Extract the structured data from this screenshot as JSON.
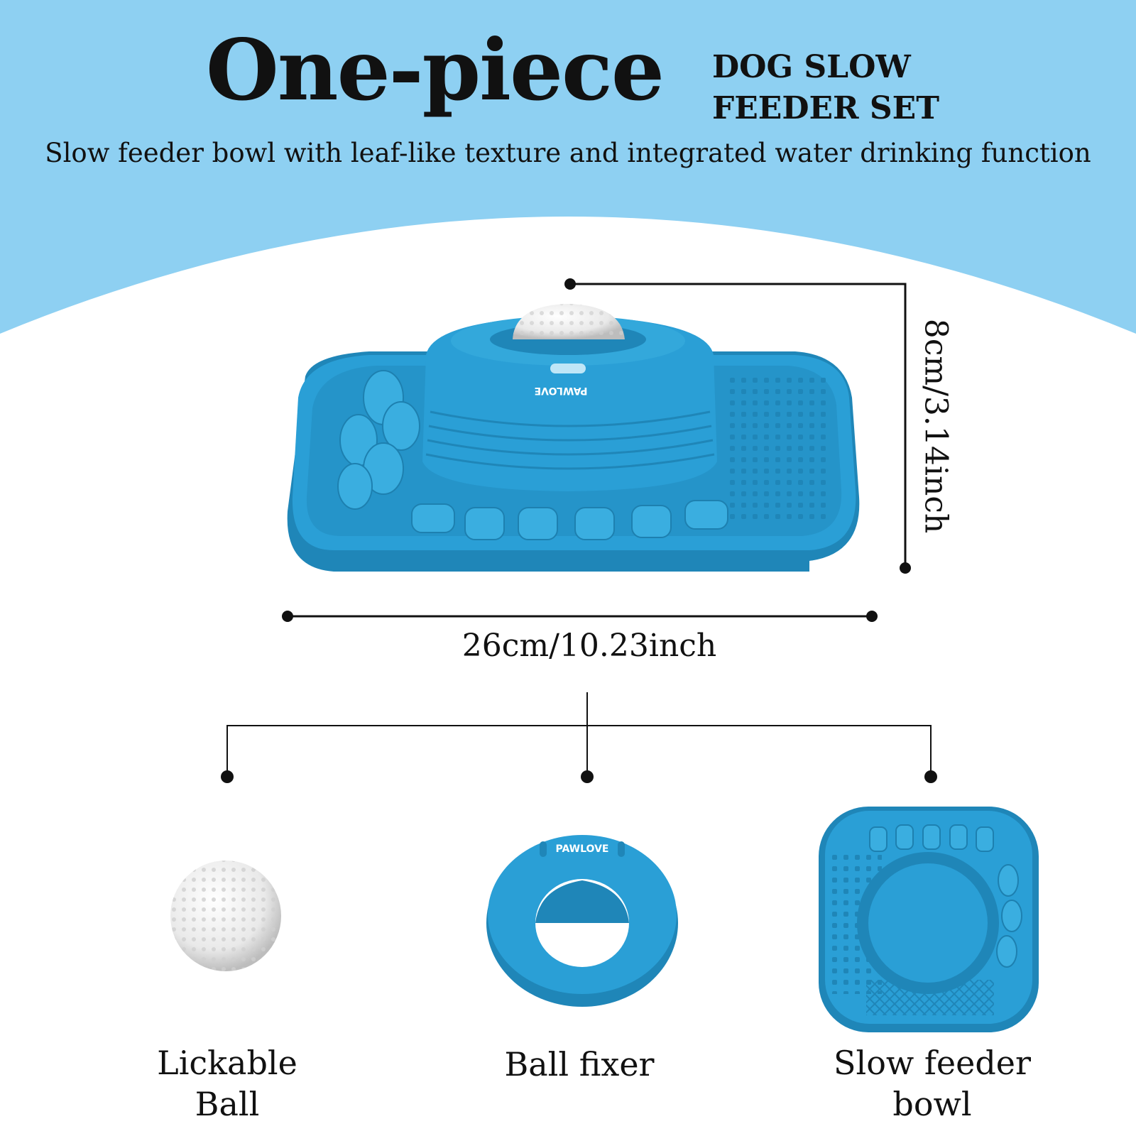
{
  "header": {
    "title": "One-piece",
    "subtitle_line1": "DOG SLOW",
    "subtitle_line2": "FEEDER SET",
    "tagline": "Slow feeder bowl with leaf-like texture and integrated water drinking function"
  },
  "product": {
    "brand": "PAWLOVE",
    "width_label": "26cm/10.23inch",
    "height_label": "8cm/3.14inch"
  },
  "parts": [
    {
      "line1": "Lickable",
      "line2": "Ball"
    },
    {
      "line1": "Ball fixer",
      "line2": ""
    },
    {
      "line1": "Slow feeder",
      "line2": "bowl"
    }
  ],
  "colors": {
    "header_bg": "#8ed0f2",
    "product_blue": "#2a9fd6",
    "ink": "#111111"
  }
}
